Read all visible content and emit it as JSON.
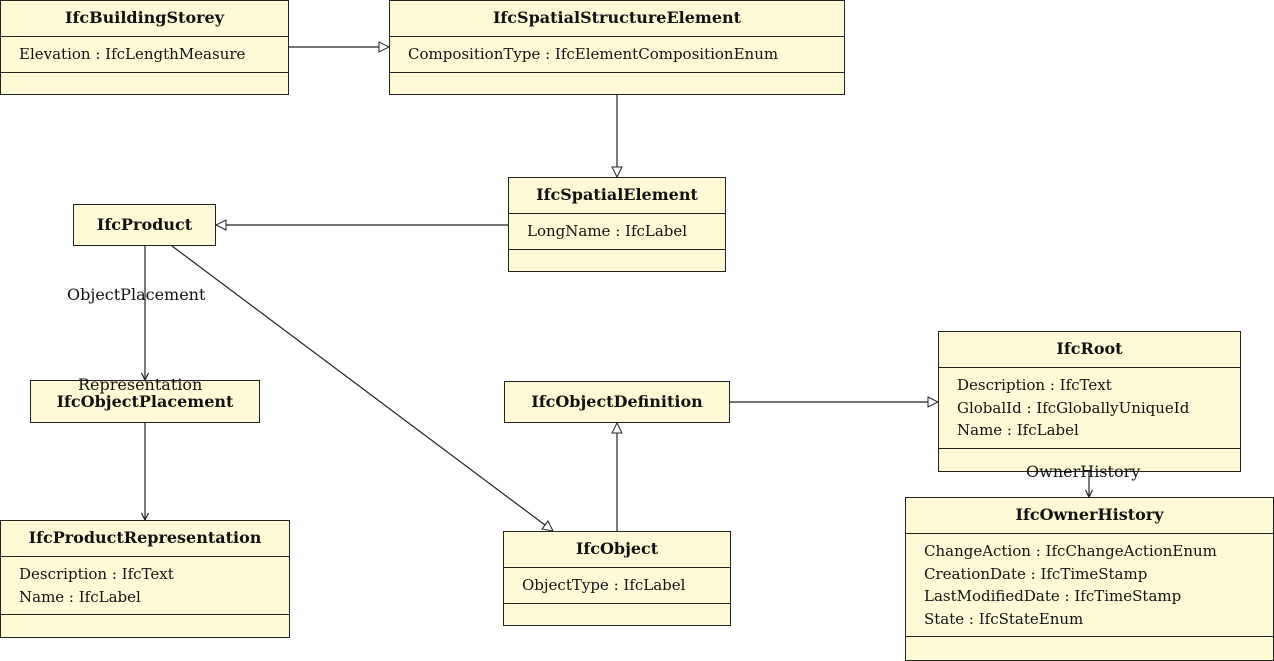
{
  "classes": {
    "building_storey": {
      "name": "IfcBuildingStorey",
      "attributes": [
        "Elevation : IfcLengthMeasure"
      ]
    },
    "spatial_structure_element": {
      "name": "IfcSpatialStructureElement",
      "attributes": [
        "CompositionType : IfcElementCompositionEnum"
      ]
    },
    "spatial_element": {
      "name": "IfcSpatialElement",
      "attributes": [
        "LongName : IfcLabel"
      ]
    },
    "product": {
      "name": "IfcProduct"
    },
    "object_placement": {
      "name": "IfcObjectPlacement"
    },
    "object_definition": {
      "name": "IfcObjectDefinition"
    },
    "root": {
      "name": "IfcRoot",
      "attributes": [
        "Description : IfcText",
        "GlobalId : IfcGloballyUniqueId",
        "Name : IfcLabel"
      ]
    },
    "product_representation": {
      "name": "IfcProductRepresentation",
      "attributes": [
        "Description : IfcText",
        "Name : IfcLabel"
      ]
    },
    "object": {
      "name": "IfcObject",
      "attributes": [
        "ObjectType : IfcLabel"
      ]
    },
    "owner_history": {
      "name": "IfcOwnerHistory",
      "attributes": [
        "ChangeAction : IfcChangeActionEnum",
        "CreationDate : IfcTimeStamp",
        "LastModifiedDate : IfcTimeStamp",
        "State : IfcStateEnum"
      ]
    }
  },
  "associations": {
    "object_placement": "ObjectPlacement",
    "representation": "Representation",
    "owner_history": "OwnerHistory"
  },
  "colors": {
    "class_fill": "#fffad6",
    "line": "#222222"
  }
}
